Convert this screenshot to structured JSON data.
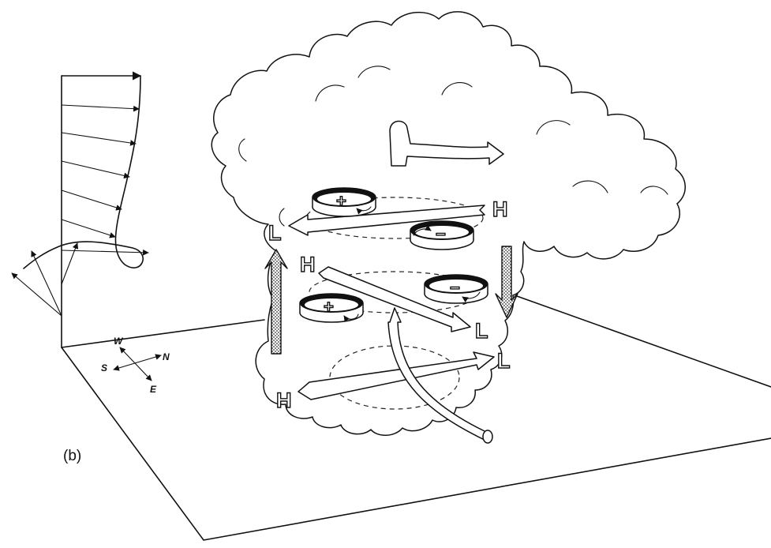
{
  "panel_label": "(b)",
  "compass": {
    "west": "W",
    "south": "S",
    "north": "N",
    "east": "E"
  },
  "pressure_labels": {
    "upper_left": "L",
    "upper_right": "H",
    "middle_left": "H",
    "middle_right": "L",
    "lower_right": "L",
    "lower_left": "H"
  },
  "vorticity_signs": {
    "upper_left_disk": "+",
    "upper_right_disk": "−",
    "middle_left_disk": "+",
    "middle_right_disk": "−"
  }
}
